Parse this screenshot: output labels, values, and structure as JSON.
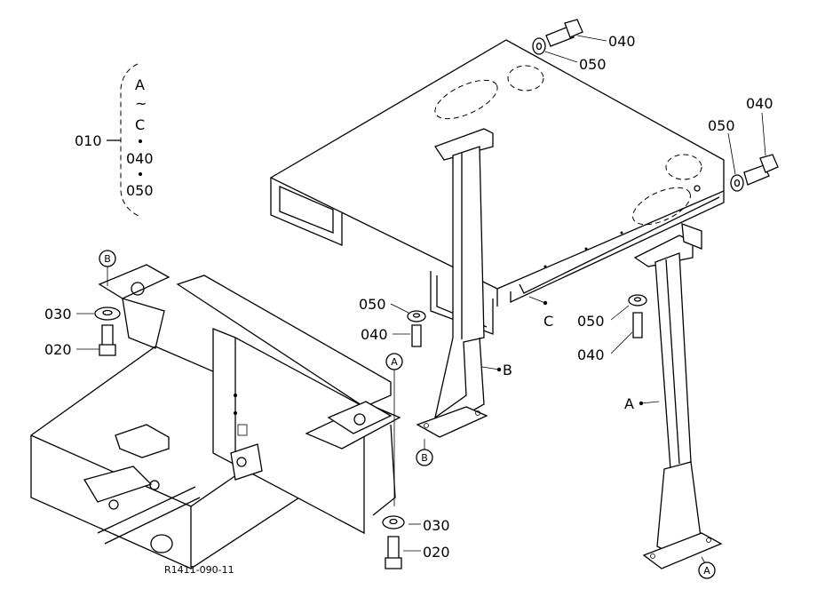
{
  "group_callout": {
    "part_no": "010",
    "range_start": "A",
    "range_sep": "~",
    "range_end": "C",
    "items": [
      "040",
      "050"
    ]
  },
  "callouts": {
    "bolt_top_right_a": "040",
    "washer_top_right_a": "050",
    "washer_top_right_b": "050",
    "bolt_top_right_b": "040",
    "washer_left_frame": "030",
    "bolt_left_frame": "020",
    "washer_center_stay": "050",
    "bolt_center_stay": "040",
    "washer_right_stay": "050",
    "bolt_right_stay": "040",
    "washer_bottom": "030",
    "bolt_bottom": "020",
    "stay_b": "B",
    "stay_a": "A",
    "bracket_c": "C"
  },
  "circle_refs": {
    "frame_top_b": "B",
    "frame_mid_a": "A",
    "stay_foot_b": "B",
    "stay_foot_a": "A"
  },
  "drawing_code": "R1411-090-11"
}
